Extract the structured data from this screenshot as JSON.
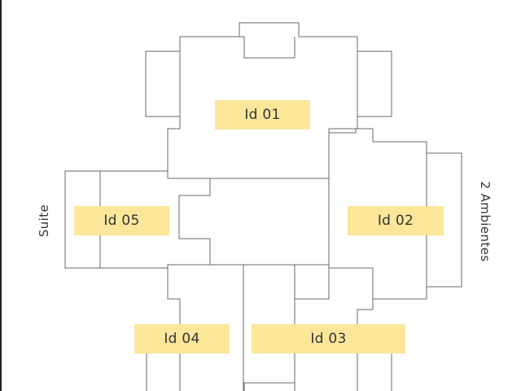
{
  "units": [
    {
      "id": "id01",
      "label": "Id 01"
    },
    {
      "id": "id02",
      "label": "Id 02"
    },
    {
      "id": "id03",
      "label": "Id 03"
    },
    {
      "id": "id04",
      "label": "Id 04"
    },
    {
      "id": "id05",
      "label": "Id 05"
    }
  ],
  "side_labels": {
    "left": "Suite",
    "right": "2 Ambientes"
  },
  "colors": {
    "label_fill": "#fbe69a",
    "line": "#6a6a6a",
    "background": "#ffffff"
  }
}
